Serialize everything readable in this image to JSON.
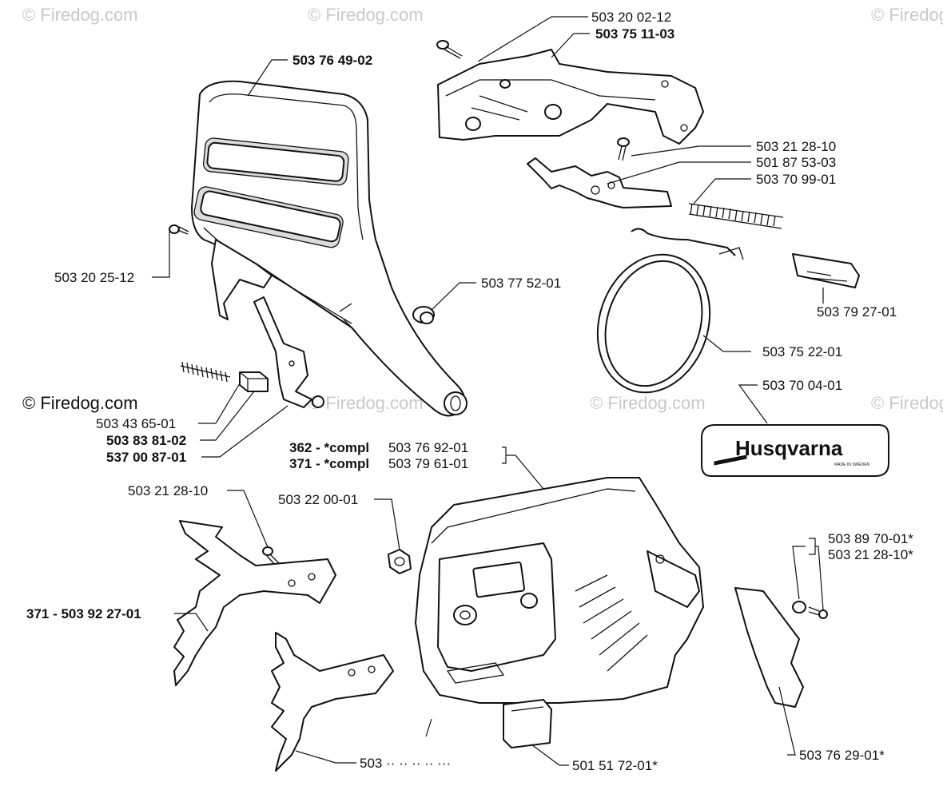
{
  "watermark": "© Firedog.com",
  "copyright": "© Firedog.com",
  "labels": {
    "l_503_20_02_12": "503 20 02-12",
    "l_503_75_11_03": "503 75 11-03",
    "l_503_76_49_02": "503 76 49-02",
    "l_503_21_28_10_a": "503 21 28-10",
    "l_501_87_53_03": "501 87 53-03",
    "l_503_70_99_01": "503 70 99-01",
    "l_503_20_25_12": "503 20 25-12",
    "l_503_77_52_01": "503 77 52-01",
    "l_503_79_27_01": "503 79 27-01",
    "l_503_75_22_01": "503 75 22-01",
    "l_503_70_04_01": "503 70 04-01",
    "l_503_43_65_01": "503 43 65-01",
    "l_503_83_81_02": "503 83 81-02",
    "l_537_00_87_01": "537 00 87-01",
    "l_362_compl_prefix": "362 - *compl",
    "l_362_compl_num": "503 76 92-01",
    "l_371_compl_prefix": "371 - *compl",
    "l_371_compl_num": "503 79 61-01",
    "l_503_21_28_10_b": "503 21 28-10",
    "l_503_22_00_01": "503 22 00-01",
    "l_503_89_70_01": "503 89 70-01*",
    "l_503_21_28_10_c": "503 21 28-10*",
    "l_371_503_92_27_01": "371 - 503 92 27-01",
    "l_bottom_partial": "503 ·· ·· ·· ·· ···",
    "l_501_51_72_01": "501 51 72-01*",
    "l_503_76_29_01": "503 76 29-01*"
  },
  "logo": {
    "brand": "Husqvarna",
    "sub": "MADE IN SWEDEN"
  }
}
